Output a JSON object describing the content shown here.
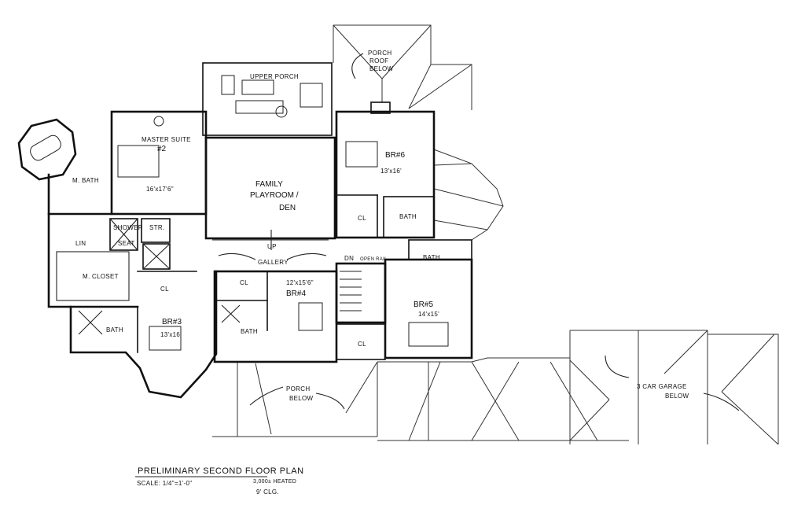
{
  "plan": {
    "title": "PRELIMINARY SECOND FLOOR PLAN",
    "scale": "SCALE: 1/4\"=1'-0\"",
    "area_note": "3,000± HEATED",
    "ceiling_note": "9' CLG.",
    "ink_color": "#111111",
    "paper_color": "#ffffff"
  },
  "rooms": {
    "upper_porch": "UPPER PORCH",
    "porch_roof_below": [
      "PORCH",
      "ROOF",
      "BELOW"
    ],
    "master_suite": {
      "name": "MASTER SUITE",
      "number": "#2",
      "size": "16'x17'6\""
    },
    "master_bath": "M. BATH",
    "family": [
      "FAMILY",
      "PLAYROOM /",
      "DEN"
    ],
    "br6": {
      "name": "BR#6",
      "size": "13'x16'"
    },
    "br6_closet": "CL",
    "br6_bath": "BATH",
    "br5_bath": "BATH",
    "shower": "SHOWER",
    "storage": "STR.",
    "seat": "SEAT",
    "linen": "LIN",
    "master_closet": "M. CLOSET",
    "hall_closet": "CL",
    "gallery": "GALLERY",
    "up": "UP",
    "br4_closet": "CL",
    "br4": {
      "name": "BR#4",
      "size": "12'x15'6\""
    },
    "br4_bath": "BATH",
    "stair_dn": "DN",
    "open_rail": "OPEN RAIL",
    "stair_closet": "CL",
    "br5": {
      "name": "BR#5",
      "size": "14'x15'"
    },
    "br3": {
      "name": "BR#3",
      "size": "13'x16'"
    },
    "br3_bath": "BATH",
    "porch_below": [
      "PORCH",
      "BELOW"
    ],
    "garage": [
      "3 CAR GARAGE",
      "BELOW"
    ]
  }
}
